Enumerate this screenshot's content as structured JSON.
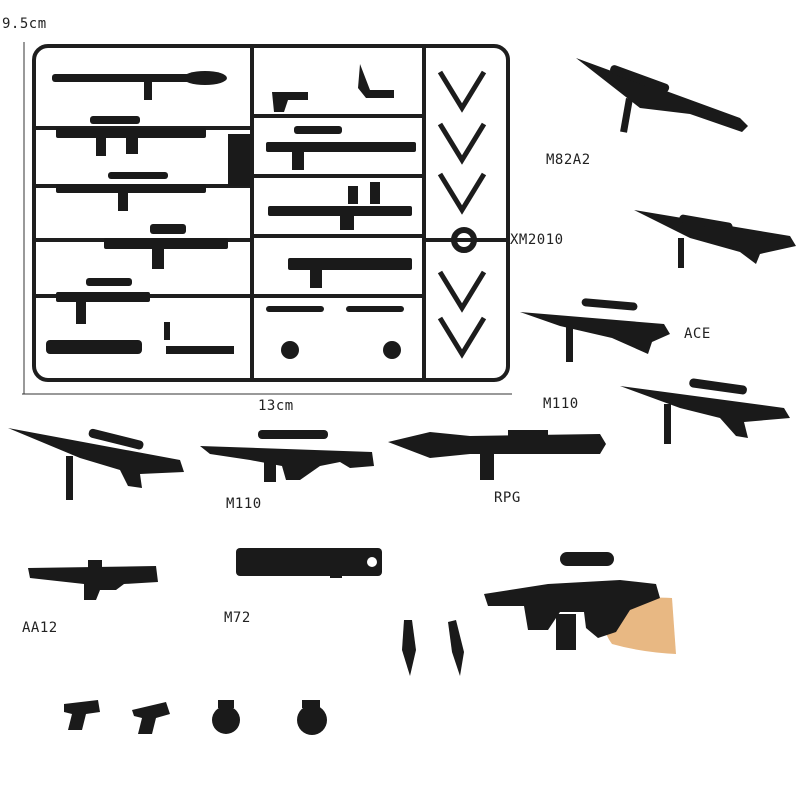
{
  "dimensions": {
    "height_label": "9.5cm",
    "width_label": "13cm"
  },
  "labels": {
    "m82a2": "M82A2",
    "xm2010": "XM2010",
    "ace": "ACE",
    "m110_right": "M110",
    "m110_bottom": "M110",
    "rpg": "RPG",
    "aa12": "AA12",
    "m72": "M72"
  },
  "colors": {
    "weapon": "#1a1a1a",
    "background": "#ffffff",
    "hand": "#e8b883"
  }
}
